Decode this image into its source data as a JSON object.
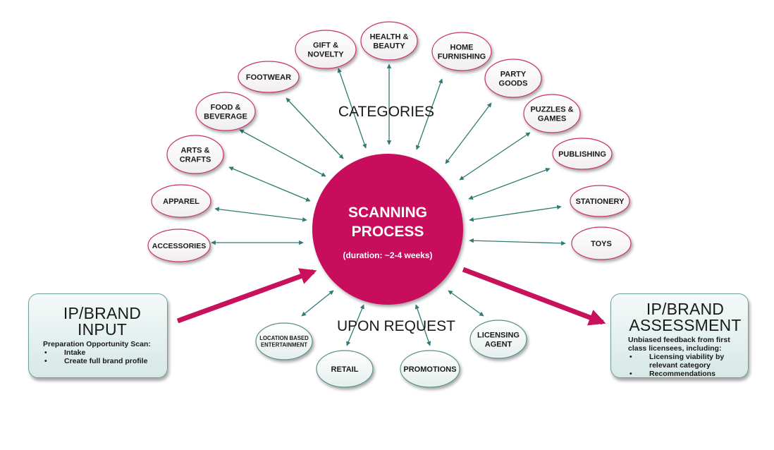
{
  "colors": {
    "center": "#c8105c",
    "node_stroke": "#c9306f",
    "request_stroke": "#5a918b",
    "arrow": "#2f7a73",
    "big_arrow": "#c8105c",
    "box_border": "#6f9f98"
  },
  "headings": {
    "categories": "CATEGORIES",
    "upon_request": "UPON REQUEST"
  },
  "center": {
    "title_line1": "SCANNING",
    "title_line2": "PROCESS",
    "duration": "(duration: ~2-4 weeks)"
  },
  "categories": [
    {
      "lines": [
        "ACCESSORIES"
      ]
    },
    {
      "lines": [
        "APPAREL"
      ]
    },
    {
      "lines": [
        "ARTS &",
        "CRAFTS"
      ]
    },
    {
      "lines": [
        "FOOD &",
        "BEVERAGE"
      ]
    },
    {
      "lines": [
        "FOOTWEAR"
      ]
    },
    {
      "lines": [
        "GIFT &",
        "NOVELTY"
      ]
    },
    {
      "lines": [
        "HEALTH &",
        "BEAUTY"
      ]
    },
    {
      "lines": [
        "HOME",
        "FURNISHING"
      ]
    },
    {
      "lines": [
        "PARTY",
        "GOODS"
      ]
    },
    {
      "lines": [
        "PUZZLES &",
        "GAMES"
      ]
    },
    {
      "lines": [
        "PUBLISHING"
      ]
    },
    {
      "lines": [
        "STATIONERY"
      ]
    },
    {
      "lines": [
        "TOYS"
      ]
    }
  ],
  "requests": [
    {
      "lines": [
        "LOCATION BASED",
        "ENTERTAINMENT"
      ]
    },
    {
      "lines": [
        "RETAIL"
      ]
    },
    {
      "lines": [
        "PROMOTIONS"
      ]
    },
    {
      "lines": [
        "LICENSING",
        "AGENT"
      ]
    }
  ],
  "input_box": {
    "title_line1": "IP/BRAND",
    "title_line2": "INPUT",
    "intro": "Preparation Opportunity Scan:",
    "bullets": [
      "Intake",
      "Create full brand profile"
    ]
  },
  "assessment_box": {
    "title_line1": "IP/BRAND",
    "title_line2": "ASSESSMENT",
    "intro": "Unbiased feedback from first class licensees, including:",
    "bullets": [
      "Licensing viability by relevant category",
      "Recommendations"
    ]
  }
}
